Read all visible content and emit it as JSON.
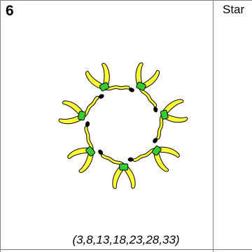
{
  "card": {
    "number": "6",
    "start_label": "Star",
    "sequence_caption": "(3,8,13,18,23,28,33)"
  },
  "figure": {
    "name": "banana ring",
    "count": 7,
    "colors": {
      "banana": "#ffff33",
      "banana_outline": "#000000",
      "band": "#33cc33",
      "tip": "#000000",
      "grid_border": "#808080"
    }
  }
}
